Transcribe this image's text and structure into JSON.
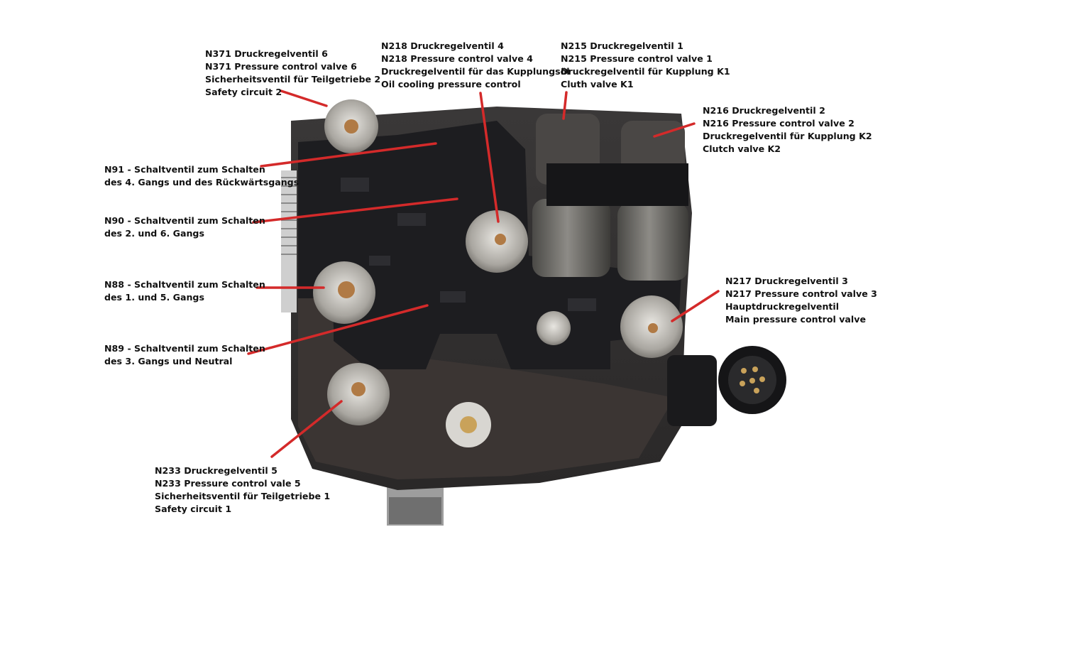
{
  "labels": {
    "n371": {
      "line1": "N371 Druckregelventil 6",
      "line2": "N371 Pressure control valve 6",
      "line3": "Sicherheitsventil für Teilgetriebe 2",
      "line4": "Safety circuit 2"
    },
    "n218": {
      "line1": "N218 Druckregelventil 4",
      "line2": "N218 Pressure control valve 4",
      "line3": "Druckregelventil für das Kupplungsöl",
      "line4": "Oil cooling pressure control"
    },
    "n215": {
      "line1": "N215 Druckregelventil 1",
      "line2": "N215 Pressure control valve 1",
      "line3": "Druckregelventil für Kupplung K1",
      "line4": "Cluth valve K1"
    },
    "n216": {
      "line1": "N216 Druckregelventil 2",
      "line2": "N216 Pressure control valve 2",
      "line3": "Druckregelventil für Kupplung K2",
      "line4": "Clutch valve K2"
    },
    "n91": {
      "line1": "N91 - Schaltventil zum Schalten",
      "line2": "des 4. Gangs und des Rückwärtsgangs"
    },
    "n90": {
      "line1": "N90 - Schaltventil zum Schalten",
      "line2": "des 2. und 6. Gangs"
    },
    "n88": {
      "line1": "N88 - Schaltventil zum Schalten",
      "line2": "des 1. und 5. Gangs"
    },
    "n89": {
      "line1": "N89 - Schaltventil zum Schalten",
      "line2": "des 3. Gangs und Neutral"
    },
    "n217": {
      "line1": "N217 Druckregelventil 3",
      "line2": "N217 Pressure control valve 3",
      "line3": "Hauptdruckregelventil",
      "line4": "Main pressure control valve"
    },
    "n233": {
      "line1": "N233 Druckregelventil 5",
      "line2": "N233 Pressure control vale 5",
      "line3": "Sicherheitsventil für Teilgetriebe 1",
      "line4": "Safety circuit 1"
    }
  },
  "colors": {
    "pointer": "#d42a2a",
    "body_dark": "#2b2b2e",
    "plate": "#1c1c1f",
    "metal": "#b9b6b0",
    "copper": "#b07a45"
  }
}
